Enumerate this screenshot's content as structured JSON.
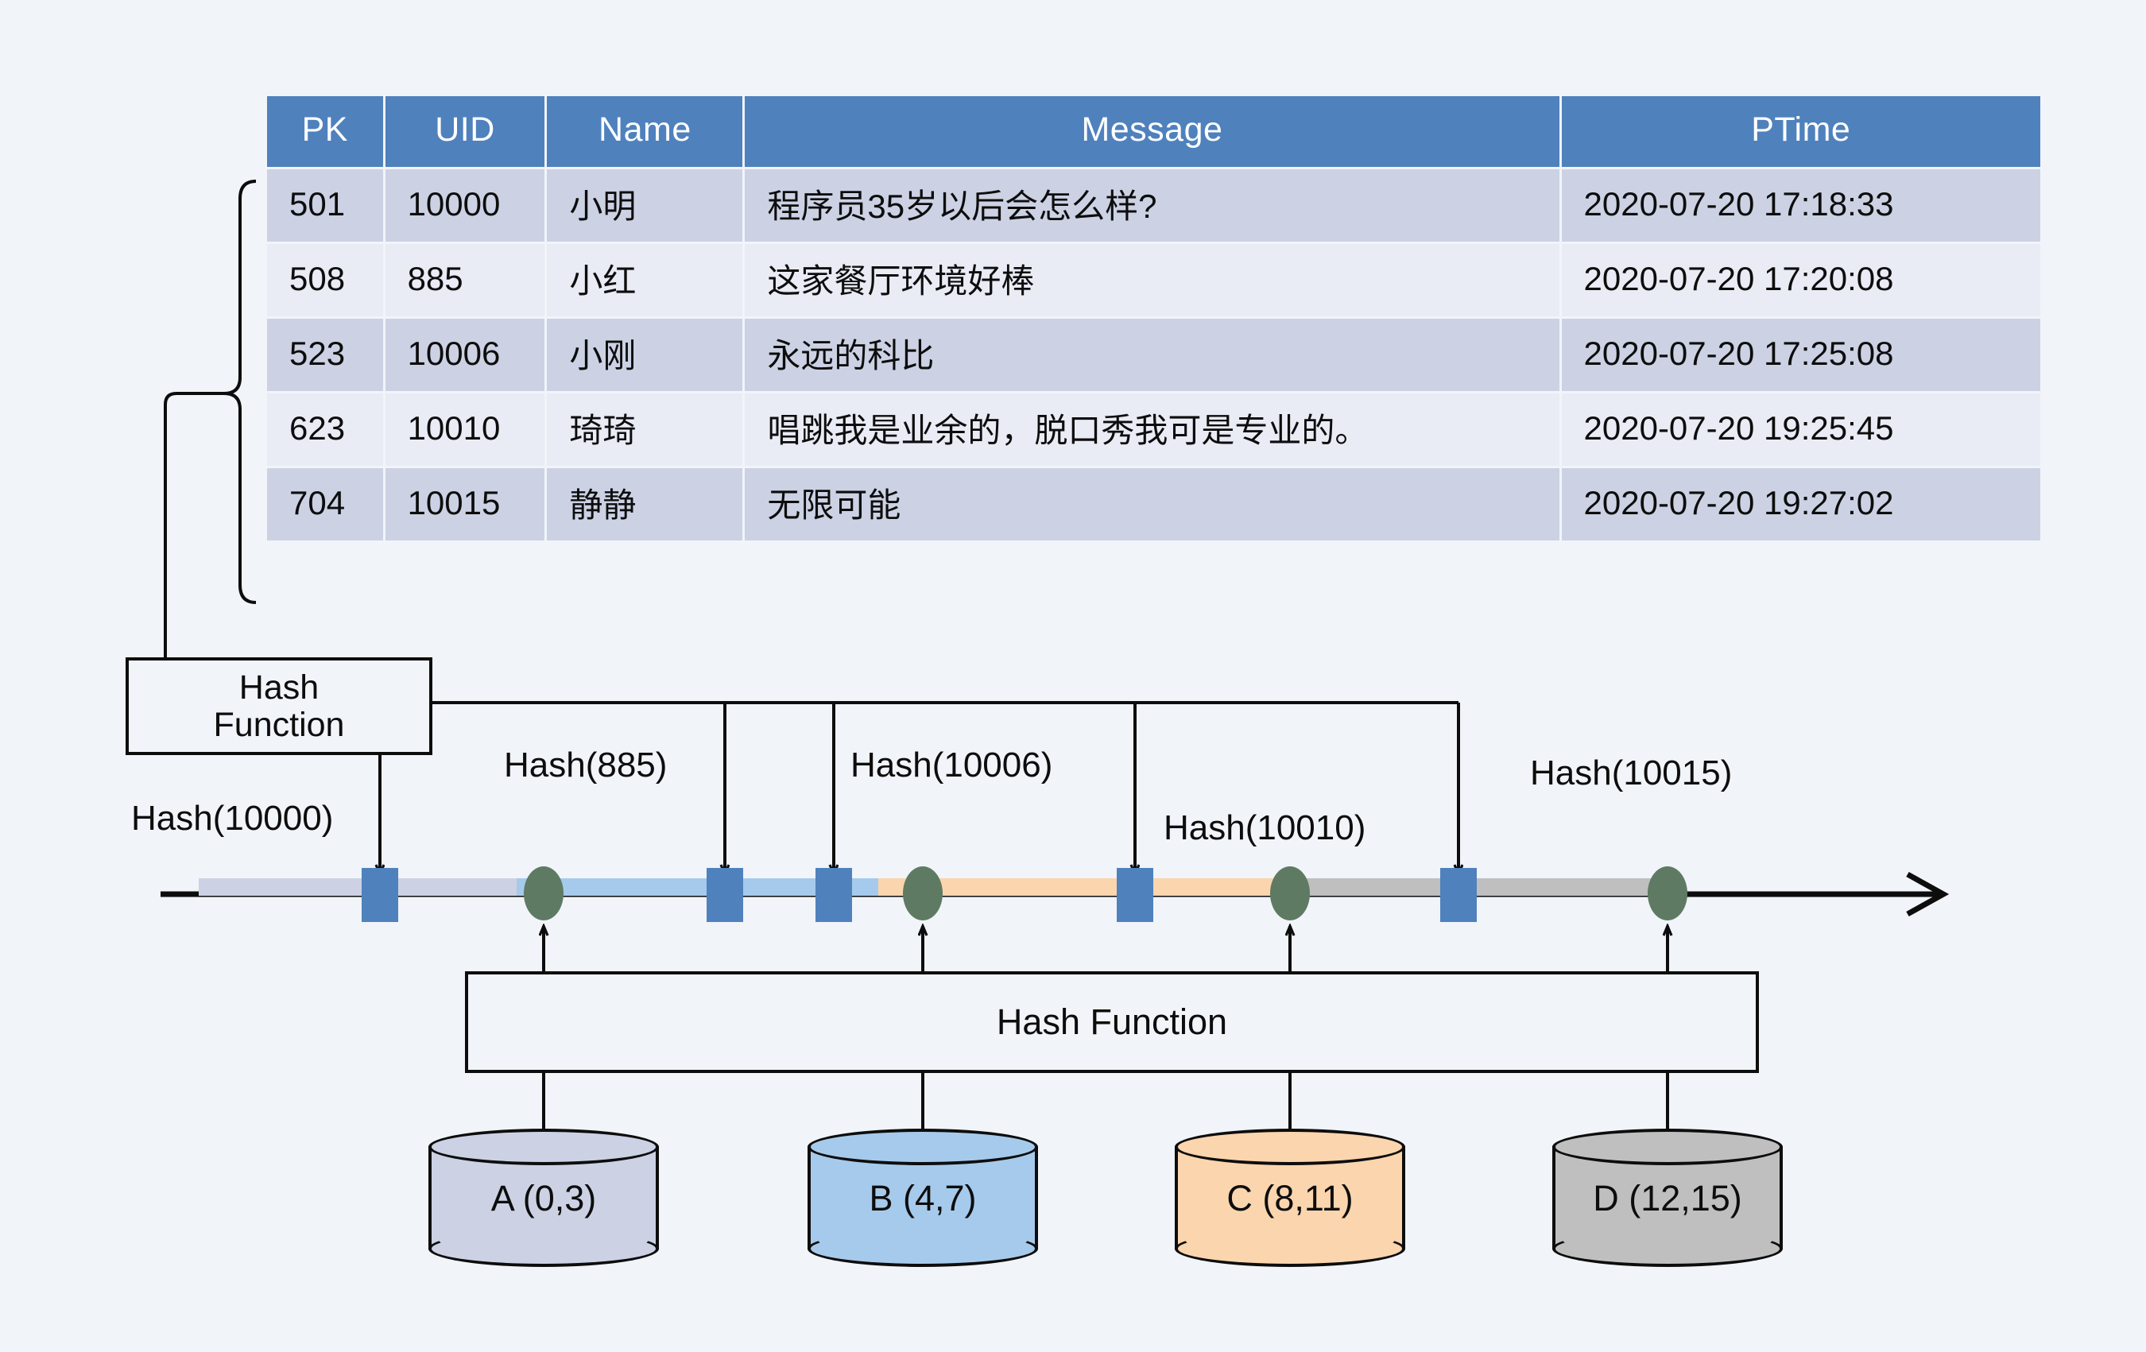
{
  "table": {
    "columns": [
      "PK",
      "UID",
      "Name",
      "Message",
      "PTime"
    ],
    "rows": [
      {
        "pk": "501",
        "uid": "10000",
        "name": "小明",
        "message": "程序员35岁以后会怎么样?",
        "ptime": "2020-07-20 17:18:33"
      },
      {
        "pk": "508",
        "uid": "885",
        "name": "小红",
        "message": "这家餐厅环境好棒",
        "ptime": "2020-07-20 17:20:08"
      },
      {
        "pk": "523",
        "uid": "10006",
        "name": "小刚",
        "message": "永远的科比",
        "ptime": "2020-07-20 17:25:08"
      },
      {
        "pk": "623",
        "uid": "10010",
        "name": "琦琦",
        "message": "唱跳我是业余的，脱口秀我可是专业的。",
        "ptime": "2020-07-20 19:25:45"
      },
      {
        "pk": "704",
        "uid": "10015",
        "name": "静静",
        "message": "无限可能",
        "ptime": "2020-07-20 19:27:02"
      }
    ]
  },
  "hash_function_top": {
    "line1": "Hash",
    "line2": "Function"
  },
  "hash_function_bottom": {
    "label": "Hash Function"
  },
  "hash_labels": [
    {
      "text": "Hash(10000)"
    },
    {
      "text": "Hash(885)"
    },
    {
      "text": "Hash(10006)"
    },
    {
      "text": "Hash(10010)"
    },
    {
      "text": "Hash(10015)"
    }
  ],
  "shards": [
    {
      "label": "A (0,3)",
      "color": "#ccd2e4"
    },
    {
      "label": "B (4,7)",
      "color": "#a6caeb"
    },
    {
      "label": "C (8,11)",
      "color": "#fbd5ae"
    },
    {
      "label": "D (12,15)",
      "color": "#bfbfbf"
    }
  ],
  "colors": {
    "header": "#4f81bd",
    "row_odd": "#ccd2e4",
    "row_even": "#e9ecf5",
    "marker_square": "#4f81bd",
    "marker_circle": "#5f7a63",
    "background": "#f1f4f9",
    "stroke": "#0d0d0d"
  }
}
